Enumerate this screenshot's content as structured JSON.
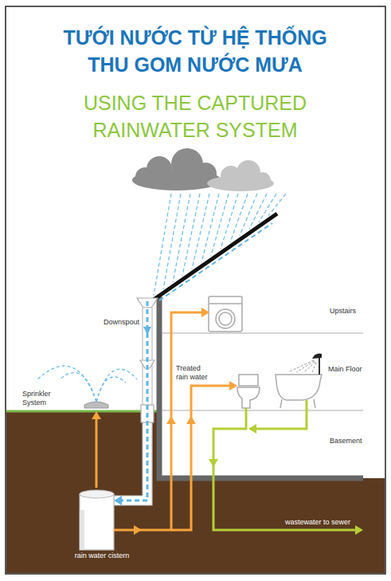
{
  "diagram": {
    "title": "TƯỚI NƯỚC TỪ HỆ THỐNG THU GOM NƯỚC MƯA",
    "nodes": [
      {
        "text": [
          "Sprinkler System"
        ]
      },
      {
        "text": [
          "rain water cistern"
        ]
      }
    ],
    "edges": [
      {
        "from": 1,
        "to": 0,
        "arrow": "to"
      }
    ],
    "labels": [
      "USING THE CAPTURED RAINWATER SYSTEM",
      "Downspout",
      "Upstairs",
      "Main Floor",
      "Basement",
      "Treated rain water",
      "wastewater to sewer"
    ]
  }
}
